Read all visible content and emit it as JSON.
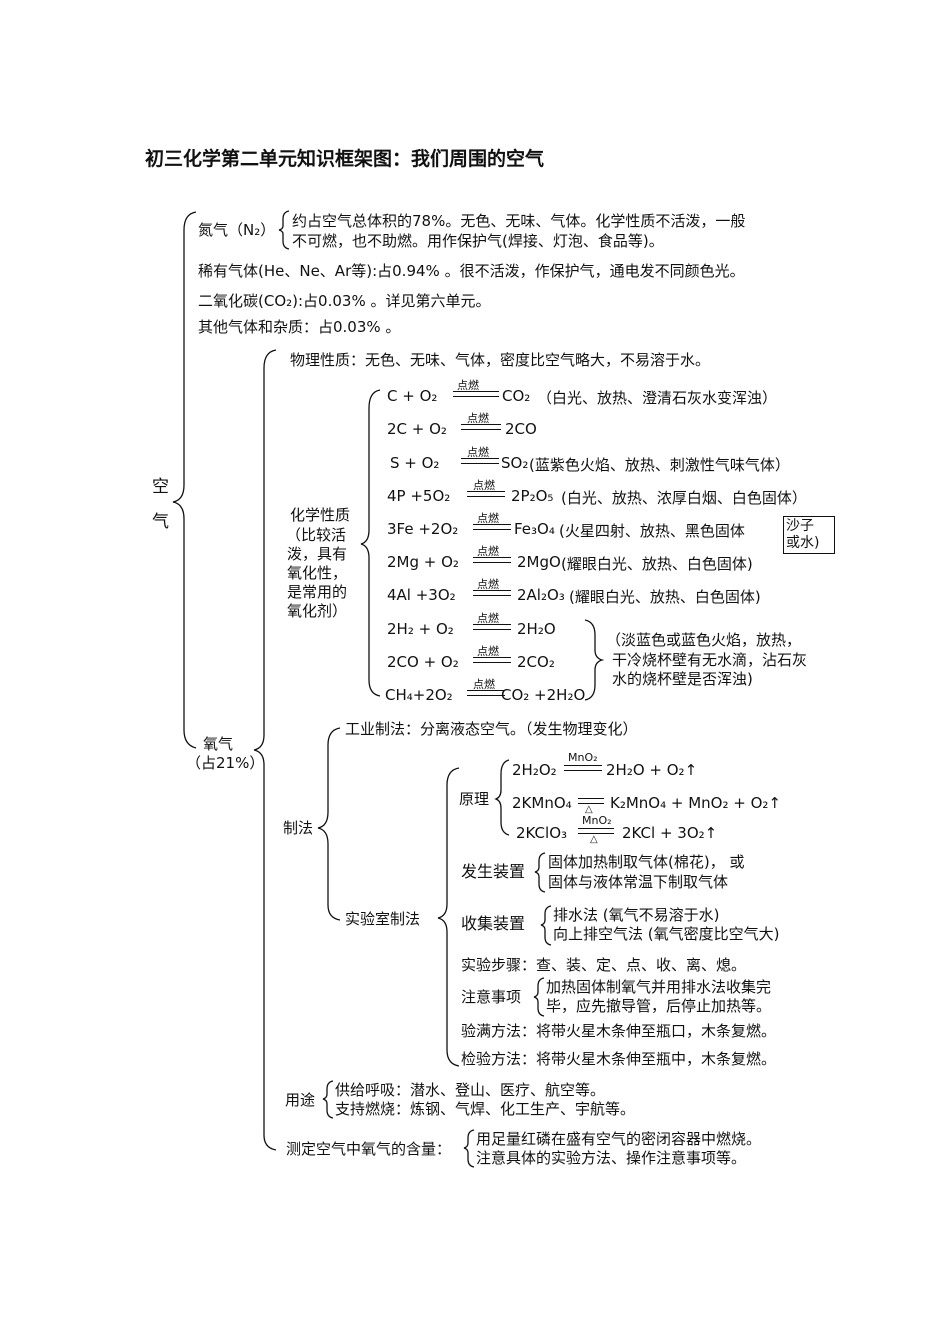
{
  "title": "初三化学第二单元知识框架图：我们周围的空气",
  "root": [
    "空",
    "气"
  ],
  "nitrogen": {
    "label": "氮气（N₂）",
    "desc": [
      "约占空气总体积的78%。无色、无味、气体。化学性质不活泼，一般",
      "不可燃，也不助燃。用作保护气(焊接、灯泡、食品等)。"
    ]
  },
  "noble_gas": "稀有气体(He、Ne、Ar等):占0.94% 。很不活泼，作保护气，通电发不同颜色光。",
  "co2": "二氧化碳(CO₂):占0.03% 。详见第六单元。",
  "other_gas": "其他气体和杂质：占0.03% 。",
  "oxygen": {
    "label": [
      "氧气",
      "（占21%）"
    ],
    "physical": "物理性质：无色、无味、气体，密度比空气略大，不易溶于水。",
    "chemical_label": [
      "化学性质",
      "（比较活",
      "泼，具有",
      "氧化性，",
      "是常用的",
      "氧化剂）"
    ],
    "condition": "点燃",
    "reactions": [
      {
        "reactants": "C + O₂",
        "products": "CO₂",
        "note": "（白光、放热、澄清石灰水变浑浊）"
      },
      {
        "reactants": "2C + O₂",
        "products": "2CO",
        "note": ""
      },
      {
        "reactants": "S + O₂",
        "products": "SO₂",
        "note": "(蓝紫色火焰、放热、刺激性气味气体）"
      },
      {
        "reactants": "4P +5O₂",
        "products": "2P₂O₅",
        "note": "(白光、放热、浓厚白烟、白色固体）"
      },
      {
        "reactants": "3Fe +2O₂",
        "products": "Fe₃O₄",
        "note": "(火星四射、放热、黑色固体"
      },
      {
        "reactants": "2Mg + O₂",
        "products": "2MgO",
        "note": "(耀眼白光、放热、白色固体)"
      },
      {
        "reactants": "4Al +3O₂",
        "products": "2Al₂O₃",
        "note": "(耀眼白光、放热、白色固体)"
      },
      {
        "reactants": "2H₂ + O₂",
        "products": "2H₂O",
        "note": ""
      },
      {
        "reactants": "2CO + O₂",
        "products": "2CO₂",
        "note": ""
      },
      {
        "reactants": "CH₄+2O₂",
        "products": "CO₂ +2H₂O",
        "note": ""
      }
    ],
    "iron_box": [
      "沙子",
      "或水)"
    ],
    "flame_note": [
      "（淡蓝色或蓝色火焰，放热，",
      "干冷烧杯壁有无水滴，沾石灰",
      "水的烧杯壁是否浑浊)"
    ],
    "preparation": {
      "label": "制法",
      "industrial": "工业制法：分离液态空气。（发生物理变化）",
      "lab_label": "实验室制法",
      "principle_label": "原理",
      "principles": [
        {
          "reactants": "2H₂O₂",
          "cond": "MnO₂",
          "products": "2H₂O + O₂↑"
        },
        {
          "reactants": "2KMnO₄",
          "cond": "",
          "products": "K₂MnO₄ + MnO₂ + O₂↑"
        },
        {
          "reactants": "2KClO₃",
          "cond": "MnO₂",
          "products": "2KCl + 3O₂↑"
        }
      ],
      "heat_symbol": "△",
      "apparatus_label": "发生装置",
      "apparatus": [
        "固体加热制取气体(棉花)， 或",
        "固体与液体常温下制取气体"
      ],
      "collect_label": "收集装置",
      "collect": [
        "排水法 (氧气不易溶于水)",
        "向上排空气法 (氧气密度比空气大)"
      ],
      "steps": "实验步骤：查、装、定、点、收、离、熄。",
      "caution_label": "注意事项",
      "caution": [
        "加热固体制氧气并用排水法收集完",
        "毕，应先撤导管，后停止加热等。"
      ],
      "full_test": "验满方法：将带火星木条伸至瓶口，木条复燃。",
      "identify": "检验方法：将带火星木条伸至瓶中，木条复燃。"
    },
    "uses_label": "用途",
    "uses": [
      "供给呼吸：潜水、登山、医疗、航空等。",
      "支持燃烧：炼钢、气焊、化工生产、宇航等。"
    ],
    "measure_label": "测定空气中氧气的含量：",
    "measure": [
      "用足量红磷在盛有空气的密闭容器中燃烧。",
      "注意具体的实验方法、操作注意事项等。"
    ]
  }
}
